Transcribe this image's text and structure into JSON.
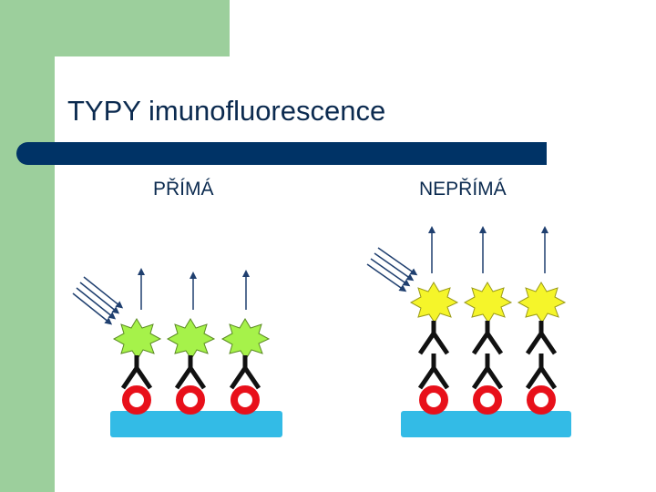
{
  "slide": {
    "title": "TYPY imunofluorescence"
  },
  "panels": {
    "direct": {
      "label": "PŘÍMÁ"
    },
    "indirect": {
      "label": "NEPŘÍMÁ"
    }
  },
  "colors": {
    "background_accent": "#9ccf9c",
    "title_rule": "#003366",
    "surface": "#33bbe6",
    "antigen": "#e8101a",
    "antibody": "#111111",
    "fluorophore_direct": "#a6f24a",
    "fluorophore_indirect": "#f5f52a",
    "emission_arrow": "#1f3f6f"
  }
}
